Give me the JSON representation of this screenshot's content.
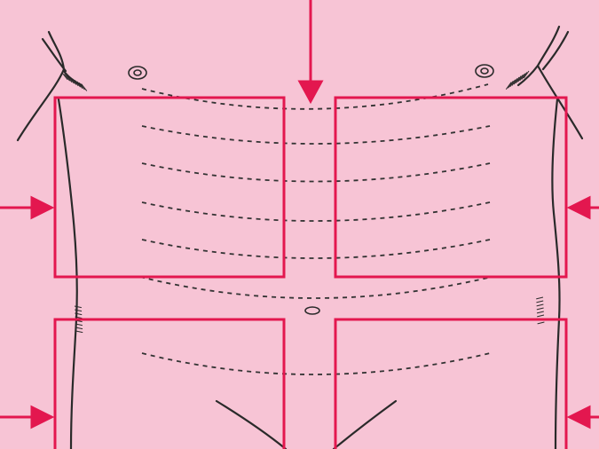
{
  "colors": {
    "background": "#f7c4d5",
    "outline": "#2a2a2a",
    "dash": "#333333",
    "accent": "#e3174f"
  },
  "figure": {
    "subject": "torso-outline",
    "quadrant_count": 4,
    "arrow_count": 5,
    "dashed_curve_count": 7
  }
}
